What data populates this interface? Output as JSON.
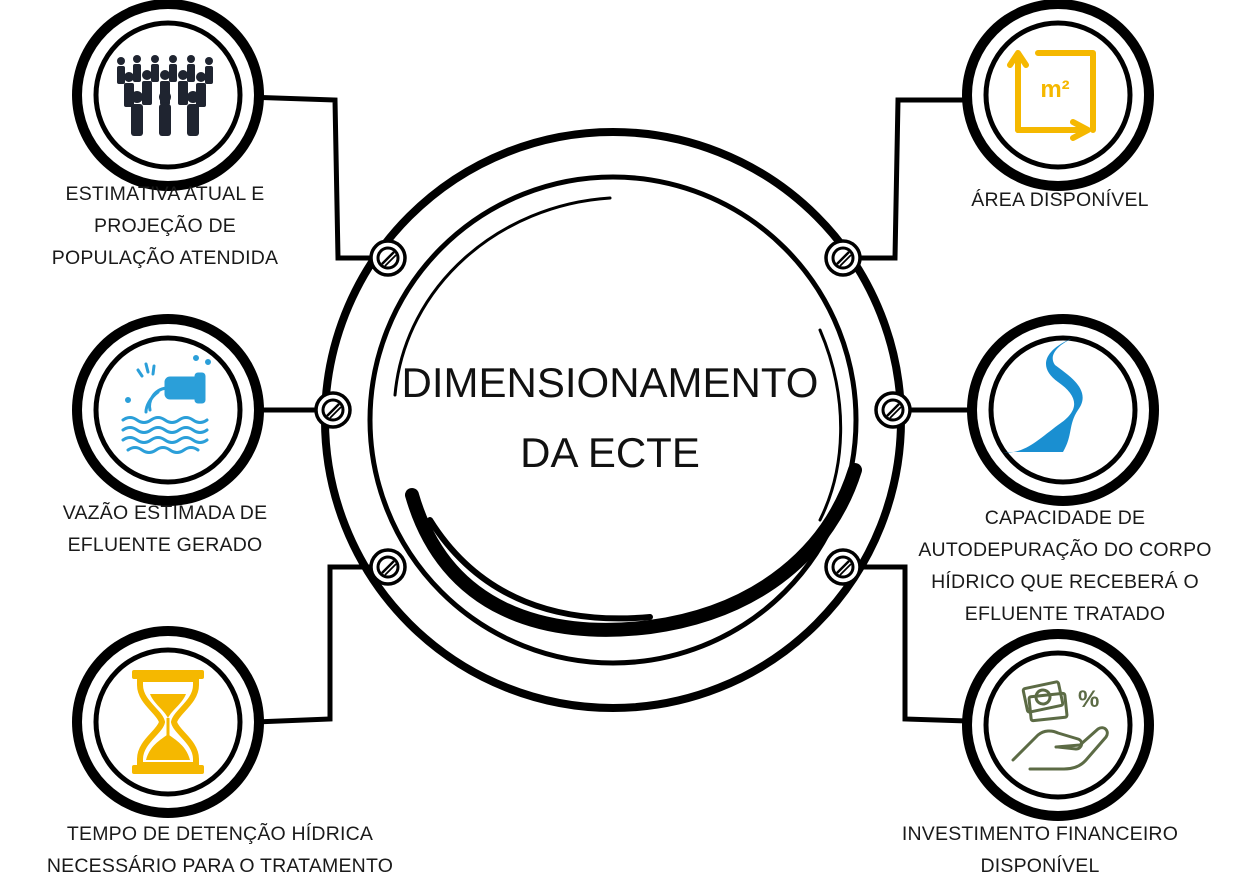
{
  "center": {
    "lines": [
      "DIMENSIONAMENTO",
      "DA ECTE"
    ]
  },
  "nodes": {
    "populacao": {
      "lines": [
        "ESTIMATIVA ATUAL E",
        "PROJEÇÃO DE",
        "POPULAÇÃO ATENDIDA"
      ],
      "icon": "crowd-icon",
      "color": "#1f2430"
    },
    "vazao": {
      "lines": [
        "VAZÃO ESTIMADA DE",
        "EFLUENTE GERADO"
      ],
      "icon": "effluent-pipe-icon",
      "color": "#2b9fd9"
    },
    "tempo": {
      "lines": [
        "TEMPO DE DETENÇÃO HÍDRICA",
        "NECESSÁRIO PARA O TRATAMENTO"
      ],
      "icon": "hourglass-icon",
      "color": "#f5b800"
    },
    "area": {
      "lines": [
        "ÁREA DISPONÍVEL"
      ],
      "icon": "area-m2-icon",
      "icon_text": "m²",
      "color": "#f5b800"
    },
    "capacidade": {
      "lines": [
        "CAPACIDADE DE",
        "AUTODEPURAÇÃO DO CORPO",
        "HÍDRICO QUE RECEBERÁ O",
        "EFLUENTE TRATADO"
      ],
      "icon": "river-icon",
      "color": "#1a8fd1"
    },
    "investimento": {
      "lines": [
        "INVESTIMENTO FINANCEIRO",
        "DISPONÍVEL"
      ],
      "icon": "money-hand-icon",
      "icon_text": "%",
      "color": "#5c6b45"
    }
  }
}
